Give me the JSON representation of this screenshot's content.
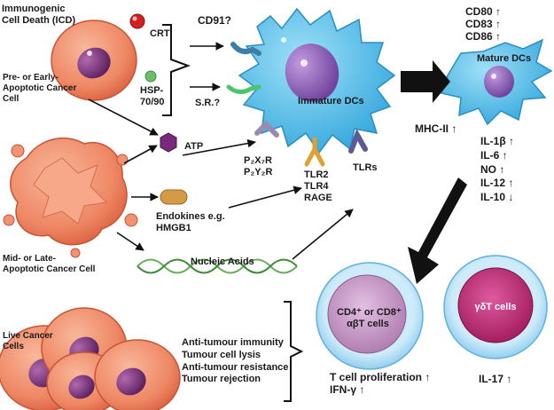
{
  "labels": {
    "icd_line1": "Immunogenic",
    "icd_line2": "Cell Death (ICD)",
    "crt": "CRT",
    "hsp_line1": "HSP-",
    "hsp_line2": "70/90",
    "pre_line1": "Pre- or Early-",
    "pre_line2": "Apoptotic Cancer",
    "pre_line3": "Cell",
    "cd91": "CD91?",
    "sr": "S.R.?",
    "immature_dcs": "Immature DCs",
    "atp": "ATP",
    "p2x7r": "P₂X₇R",
    "p2y2r": "P₂Y₂R",
    "tlr2": "TLR2",
    "tlr4": "TLR4",
    "rage": "RAGE",
    "tlrs": "TLRs",
    "endokines_line1": "Endokines e.g.",
    "endokines_line2": "HMGB1",
    "nucleic_acids": "Nucleic Acids",
    "mid_line1": "Mid- or Late-",
    "mid_line2": "Apoptotic Cancer Cell",
    "mature_dcs": "Mature DCs",
    "cd80": "CD80 ↑",
    "cd83": "CD83 ↑",
    "cd86": "CD86 ↑",
    "mhc2": "MHC-II ↑",
    "il1b": "IL-1β ↑",
    "il6": "IL-6 ↑",
    "no": "NO ↑",
    "il12": "IL-12 ↑",
    "il10": "IL-10 ↓",
    "abt_line1": "CD4⁺ or CD8⁺",
    "abt_line2": "αβT cells",
    "gdt": "γδT cells",
    "live_line1": "Live Cancer",
    "live_line2": "Cells",
    "outcome1": "Anti-tumour immunity",
    "outcome2": "Tumour cell lysis",
    "outcome3": "Anti-tumour resistance",
    "outcome4": "Tumour rejection",
    "tprolif": "T cell proliferation ↑",
    "ifng": "IFN-γ ↑",
    "il17": "IL-17 ↑"
  },
  "colors": {
    "cancer_cell": "#f08a6a",
    "cancer_nucleus": "#7a2a78",
    "dc_body": "#5ec3ea",
    "dc_nucleus": "#8a5cb0",
    "crt_ball": "#d32020",
    "hsp_ball": "#6cbf6a",
    "atp_hex": "#7a2a7a",
    "hmgb1": "#d49a45",
    "abt_cell": "#c89ac8",
    "gdt_cell": "#b8206a",
    "tcell_ring": "#9fd2ee"
  }
}
